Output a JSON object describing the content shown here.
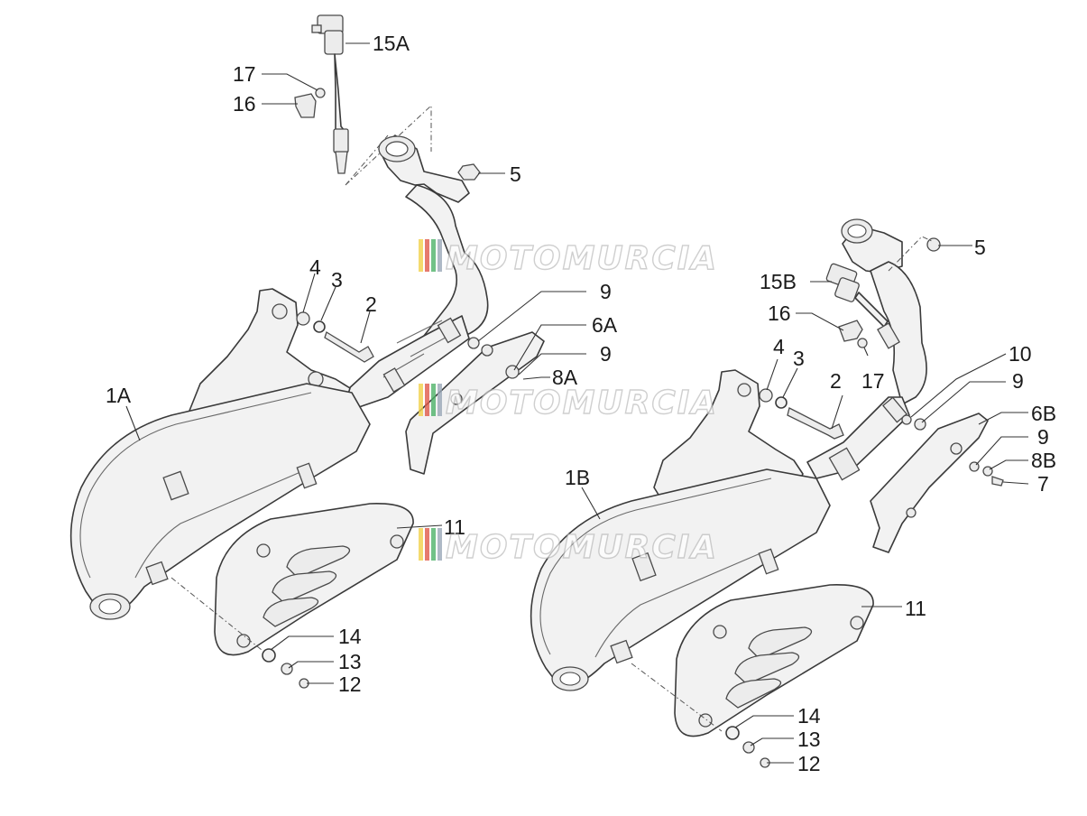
{
  "watermark": {
    "text": "MOTOMURCIA",
    "stripe_colors": [
      "#f2d24a",
      "#e05a4a",
      "#4fb36a",
      "#9aa8b8"
    ]
  },
  "callouts": {
    "l15A": "15A",
    "l17a": "17",
    "l16a": "16",
    "l5a": "5",
    "l4a": "4",
    "l3a": "3",
    "l2a": "2",
    "l9a": "9",
    "l6A": "6A",
    "l9b": "9",
    "l8A": "8A",
    "l1A": "1A",
    "l11a": "11",
    "l14a": "14",
    "l13a": "13",
    "l12a": "12",
    "l5b": "5",
    "l15B": "15B",
    "l16b": "16",
    "l4b": "4",
    "l3b": "3",
    "l2b": "2",
    "l17b": "17",
    "l10": "10",
    "l9c": "9",
    "l6B": "6B",
    "l9d": "9",
    "l8B": "8B",
    "l7": "7",
    "l1B": "1B",
    "l11b": "11",
    "l14b": "14",
    "l13b": "13",
    "l12b": "12"
  }
}
